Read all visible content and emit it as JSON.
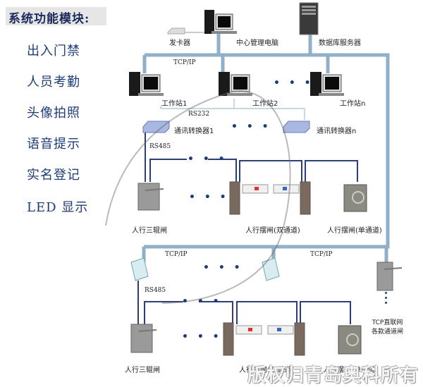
{
  "title": "系统功能模块:",
  "modules": [
    "出入门禁",
    "人员考勤",
    "头像拍照",
    "语音提示",
    "实名登记",
    "LED 显示"
  ],
  "top": {
    "card_issuer": "发卡器",
    "central_pc": "中心管理电脑",
    "db_server": "数据库服务器",
    "tcpip": "TCP/IP"
  },
  "workstations": [
    "工作站1",
    "工作站2",
    "工作站n"
  ],
  "rs232": "RS232",
  "converters": [
    "通讯转换器1",
    "通讯转换器n"
  ],
  "rs485": "RS485",
  "ellipsis": "• • •",
  "gates_group1": [
    "人行三辊闸",
    "人行摆闸(双通道)",
    "人行摆闸(单通道)"
  ],
  "lower": {
    "tcpip_left": "TCP/IP",
    "tcpip_right": "TCP/IP",
    "rs485": "RS485",
    "gates": [
      "人行三辊闸",
      "人行摆闸(双通道)",
      "人行摆闸(单通道)"
    ],
    "direct_line1": "TCP直联网",
    "direct_line2": "各款通道闸"
  },
  "watermark": "版权归青岛奥科所有",
  "colors": {
    "backbone": "#8fb0c8",
    "rs485_line": "#2b3f7a",
    "module_text": "#1e3c78",
    "title_bg": "#e6e6e6"
  }
}
